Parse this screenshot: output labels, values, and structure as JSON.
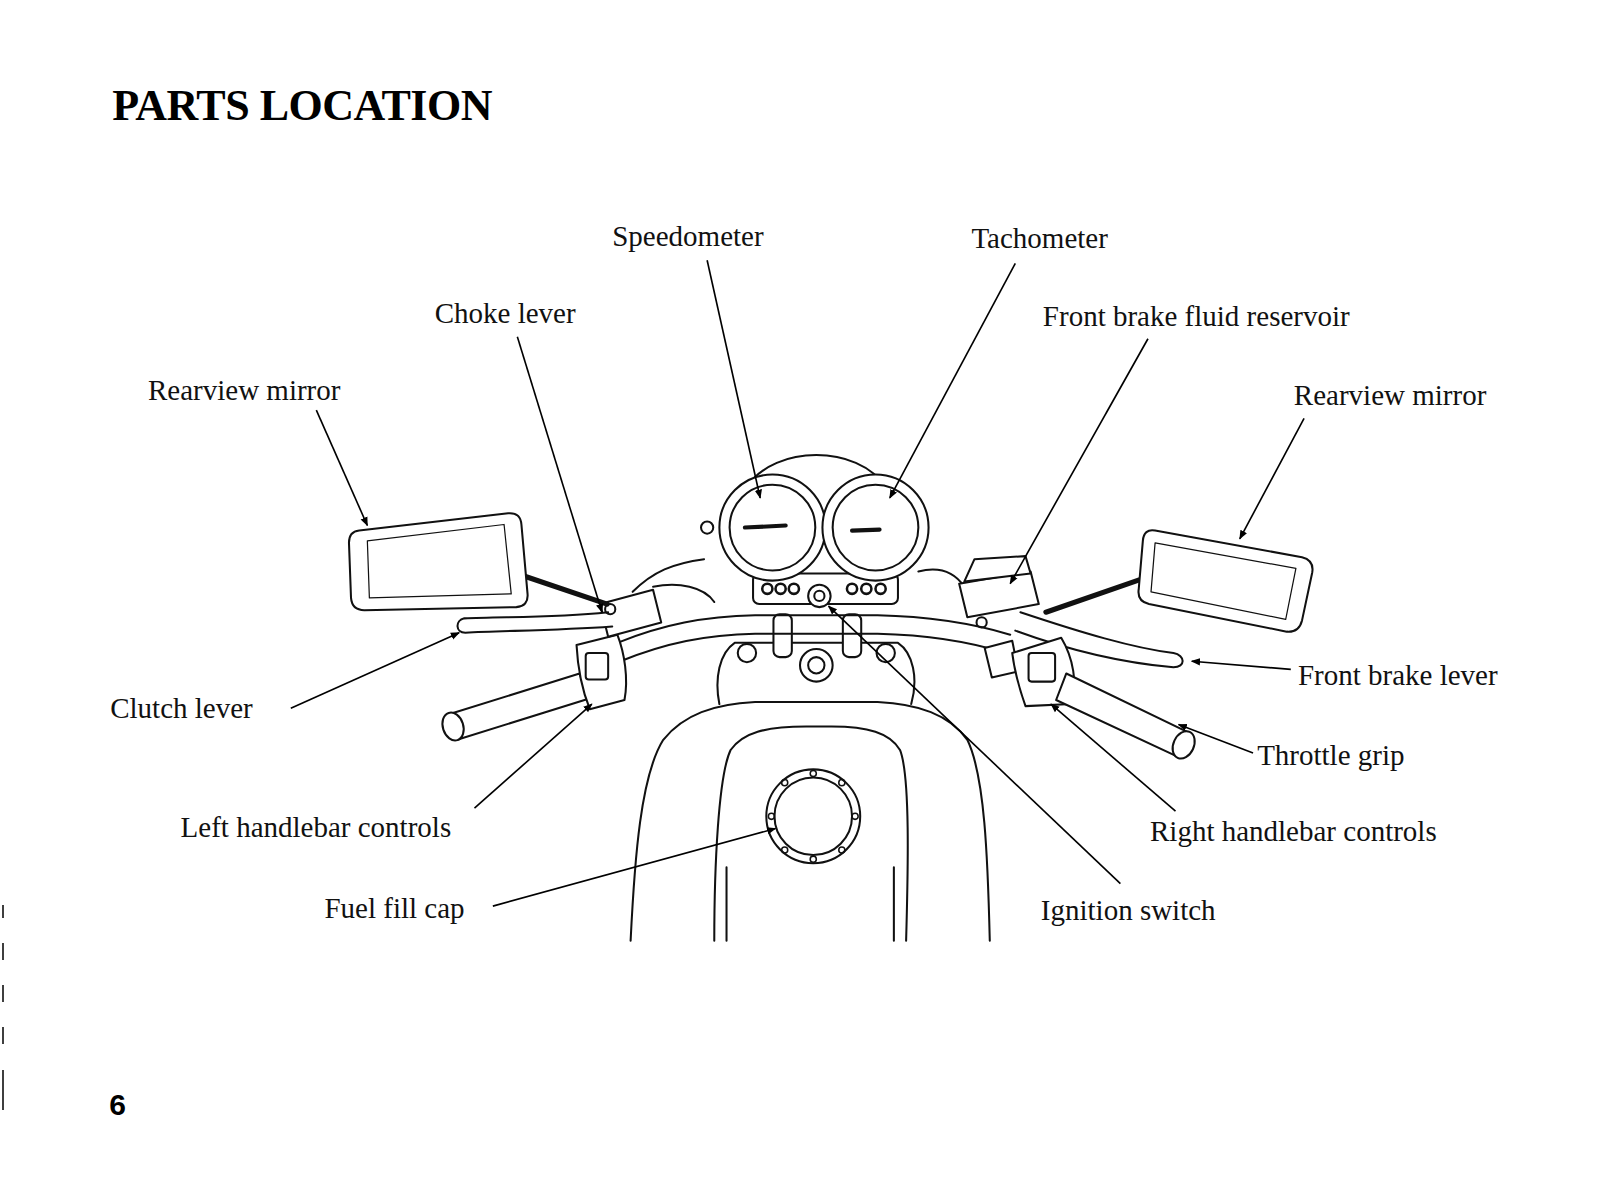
{
  "diagram": {
    "title": "PARTS LOCATION",
    "labels": [
      "Speedometer",
      "Tachometer",
      "Choke lever",
      "Front brake fluid reservoir",
      "Rearview mirror",
      "Rearview mirror",
      "Clutch lever",
      "Front brake lever",
      "Throttle grip",
      "Left handlebar controls",
      "Right handlebar controls",
      "Fuel fill cap",
      "Ignition switch",
      "6"
    ]
  }
}
